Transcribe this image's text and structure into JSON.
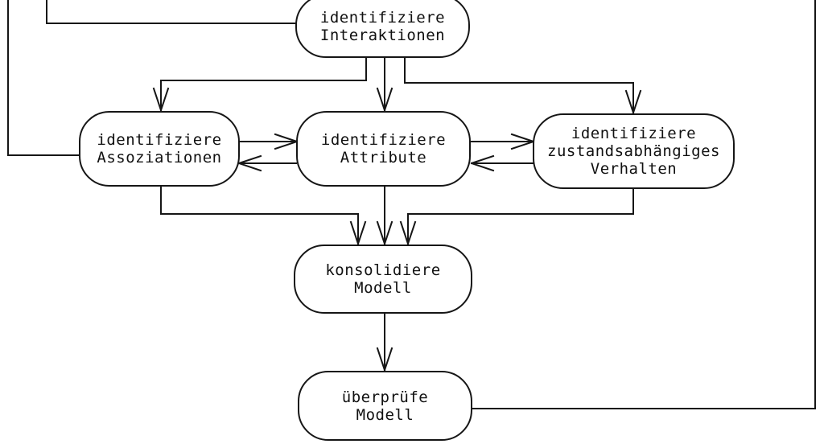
{
  "diagram": {
    "kind": "flowchart",
    "language": "de",
    "colors": {
      "background": "#ffffff",
      "line": "#161616",
      "text": "#111111",
      "node_fill": "#ffffff"
    },
    "nodes": {
      "interaktionen": {
        "lines": [
          "identifiziere",
          "Interaktionen"
        ]
      },
      "assoziationen": {
        "lines": [
          "identifiziere",
          "Assoziationen"
        ]
      },
      "attribute": {
        "lines": [
          "identifiziere",
          "Attribute"
        ]
      },
      "verhalten": {
        "lines": [
          "identifiziere",
          "zustandsabhängiges",
          "Verhalten"
        ]
      },
      "konsolidiere": {
        "lines": [
          "konsolidiere",
          "Modell"
        ]
      },
      "ueberpruefe": {
        "lines": [
          "überprüfe",
          "Modell"
        ]
      }
    },
    "edges": [
      {
        "from": "offscreen-top",
        "to": "assoziationen",
        "arrowhead": false
      },
      {
        "from": "offscreen-top",
        "to": "interaktionen",
        "arrowhead": false
      },
      {
        "from": "interaktionen",
        "to": "assoziationen",
        "arrowhead": true
      },
      {
        "from": "interaktionen",
        "to": "attribute",
        "arrowhead": true
      },
      {
        "from": "interaktionen",
        "to": "verhalten",
        "arrowhead": true
      },
      {
        "from": "assoziationen",
        "to": "attribute",
        "arrowhead": true
      },
      {
        "from": "attribute",
        "to": "assoziationen",
        "arrowhead": true
      },
      {
        "from": "attribute",
        "to": "verhalten",
        "arrowhead": true
      },
      {
        "from": "verhalten",
        "to": "attribute",
        "arrowhead": true
      },
      {
        "from": "assoziationen",
        "to": "konsolidiere",
        "arrowhead": true
      },
      {
        "from": "attribute",
        "to": "konsolidiere",
        "arrowhead": true
      },
      {
        "from": "verhalten",
        "to": "konsolidiere",
        "arrowhead": true
      },
      {
        "from": "konsolidiere",
        "to": "ueberpruefe",
        "arrowhead": true
      },
      {
        "from": "ueberpruefe",
        "to": "offscreen-top",
        "arrowhead": false
      }
    ]
  }
}
